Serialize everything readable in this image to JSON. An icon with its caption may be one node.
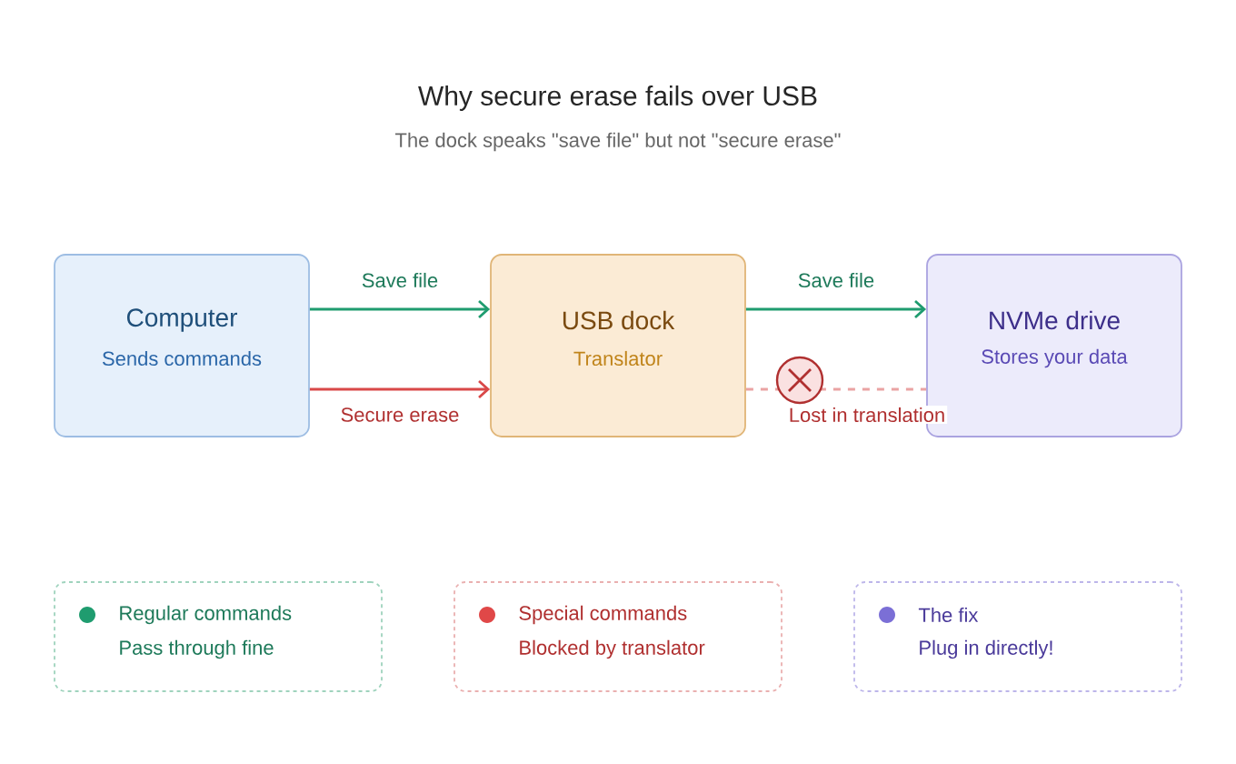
{
  "diagram": {
    "title": "Why secure erase fails over USB",
    "caption": "The dock speaks \"save file\" but not \"secure erase\"",
    "nodes": [
      {
        "text": [
          "Computer",
          "Sends commands"
        ]
      },
      {
        "text": [
          "USB dock",
          "Translator"
        ]
      },
      {
        "text": [
          "NVMe drive",
          "Stores your data"
        ]
      },
      {
        "text": [
          "Regular commands",
          "Pass through fine"
        ]
      },
      {
        "text": [
          "Special commands",
          "Blocked by translator"
        ]
      },
      {
        "text": [
          "The fix",
          "Plug in directly!"
        ]
      }
    ],
    "edges": [
      {
        "from": 0,
        "to": 1,
        "arrow": "to",
        "label": "Save file",
        "color": "#1f9c6f"
      },
      {
        "from": 0,
        "to": 1,
        "arrow": "to",
        "label": "Secure erase",
        "color": "#d94848"
      },
      {
        "from": 1,
        "to": 2,
        "arrow": "to",
        "label": "Save file",
        "color": "#1f9c6f"
      },
      {
        "from": 1,
        "to": 2,
        "arrow": "none",
        "label": "Lost in translation",
        "style": "dashed",
        "color": "#eaa3a3"
      }
    ]
  }
}
